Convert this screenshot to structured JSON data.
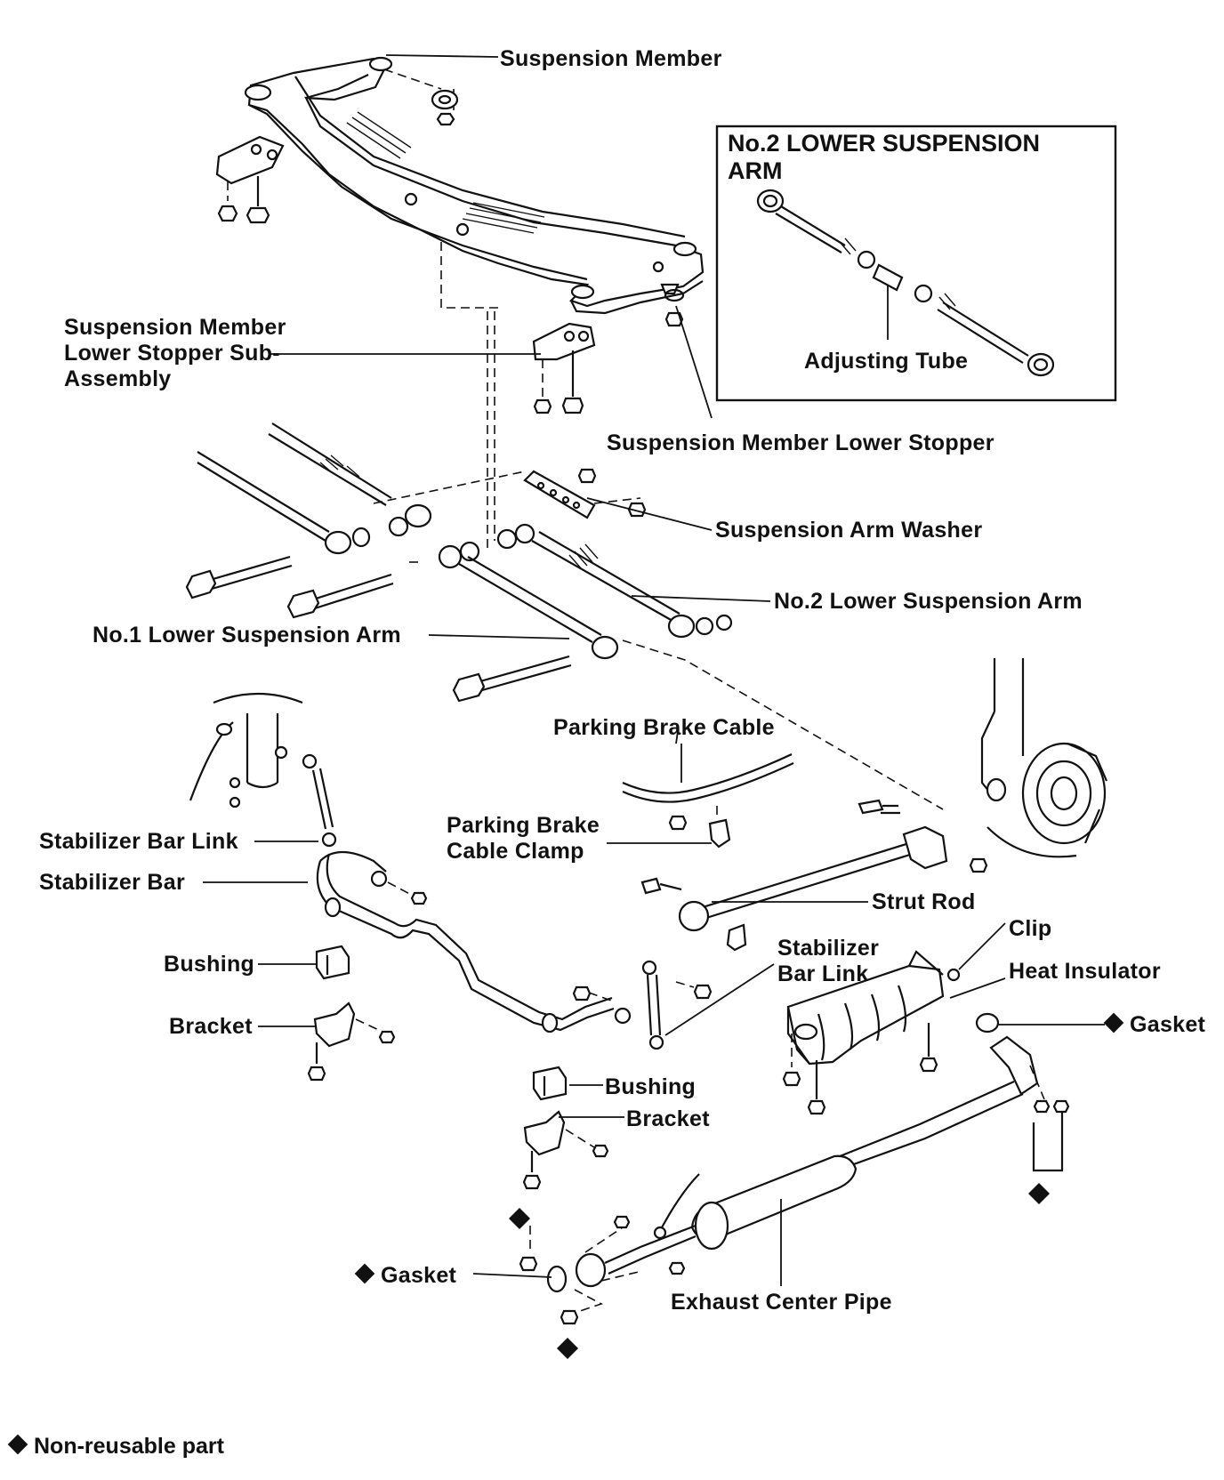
{
  "inset": {
    "title": "No.2 LOWER SUSPENSION ARM",
    "adjusting_tube": "Adjusting Tube"
  },
  "labels": {
    "suspension_member": "Suspension Member",
    "lower_stopper_sub_assembly": "Suspension Member Lower Stopper Sub-Assembly",
    "lower_stopper": "Suspension Member Lower Stopper",
    "arm_washer": "Suspension Arm Washer",
    "no2_lower_arm": "No.2 Lower Suspension Arm",
    "no1_lower_arm": "No.1 Lower Suspension Arm",
    "parking_brake_cable": "Parking Brake Cable",
    "parking_brake_cable_clamp": "Parking Brake Cable Clamp",
    "strut_rod": "Strut Rod",
    "stabilizer_bar_link_left": "Stabilizer Bar Link",
    "stabilizer_bar": "Stabilizer Bar",
    "bushing_left": "Bushing",
    "bracket_left": "Bracket",
    "stabilizer_bar_link_right": "Stabilizer Bar Link",
    "clip": "Clip",
    "heat_insulator": "Heat Insulator",
    "gasket_right": "Gasket",
    "bushing_center": "Bushing",
    "bracket_center": "Bracket",
    "gasket_left": "Gasket",
    "exhaust_center_pipe": "Exhaust Center Pipe"
  },
  "legend": {
    "non_reusable": "Non-reusable part"
  },
  "colors": {
    "ink": "#111111",
    "paper": "#ffffff"
  },
  "icons": {
    "non_reusable": "filled-diamond"
  }
}
